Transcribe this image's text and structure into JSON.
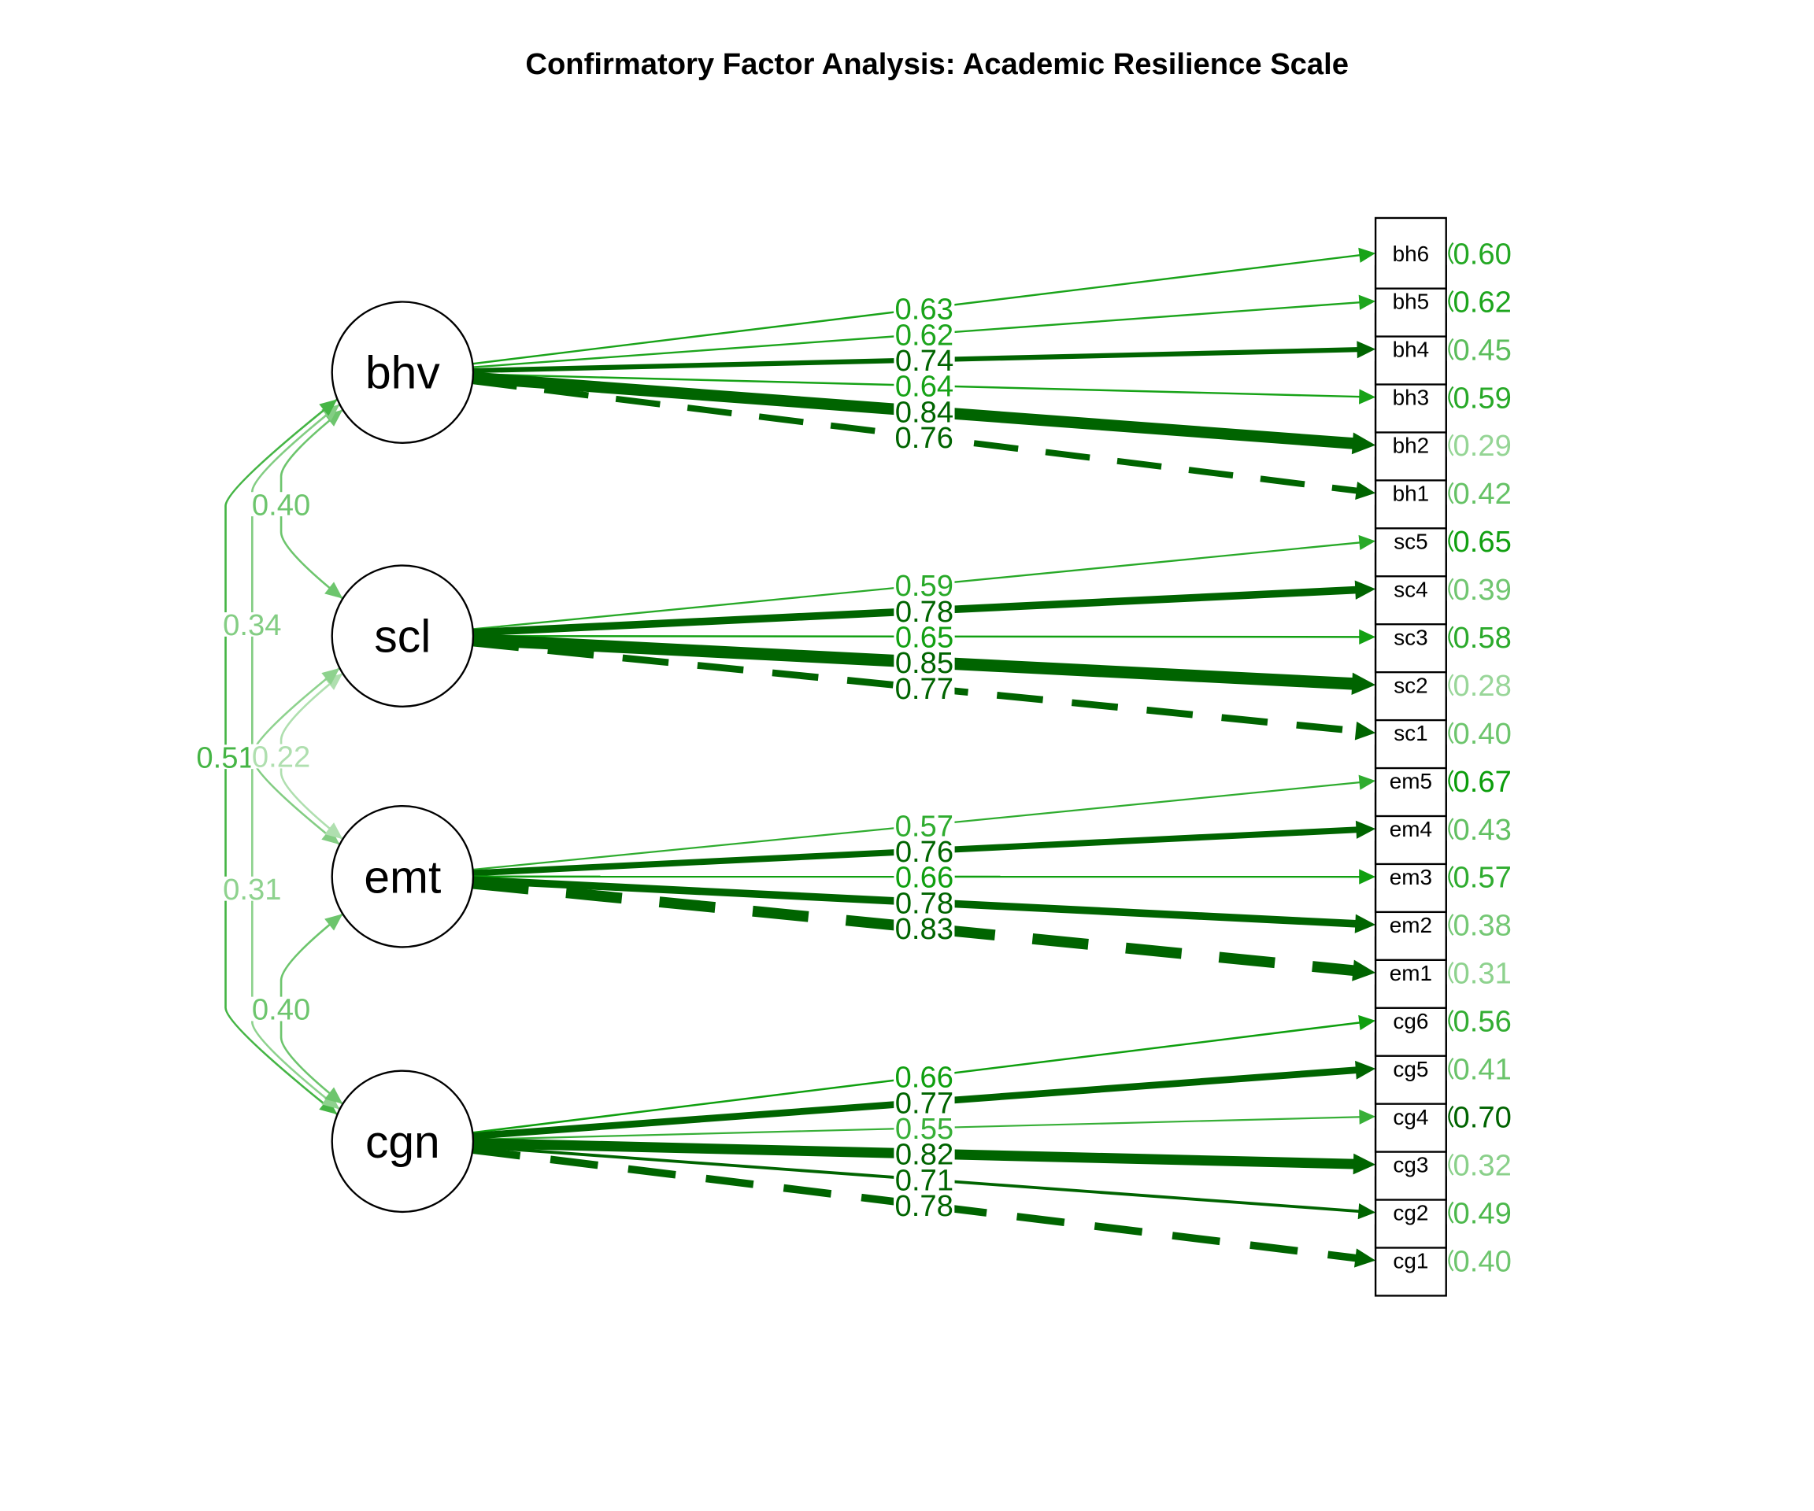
{
  "title": "Confirmatory Factor Analysis: Academic Resilience Scale",
  "colors": {
    "positive": "#009900",
    "strong": "#006400",
    "outline": "#000000"
  },
  "latent_factors": [
    {
      "name": "bhv",
      "indicators": [
        {
          "name": "bh6",
          "loading": "0.63",
          "residual": "0.60"
        },
        {
          "name": "bh5",
          "loading": "0.62",
          "residual": "0.62"
        },
        {
          "name": "bh4",
          "loading": "0.74",
          "residual": "0.45"
        },
        {
          "name": "bh3",
          "loading": "0.64",
          "residual": "0.59"
        },
        {
          "name": "bh2",
          "loading": "0.84",
          "residual": "0.29"
        },
        {
          "name": "bh1",
          "loading": "0.76",
          "residual": "0.42",
          "dashed": true
        }
      ]
    },
    {
      "name": "scl",
      "indicators": [
        {
          "name": "sc5",
          "loading": "0.59",
          "residual": "0.65"
        },
        {
          "name": "sc4",
          "loading": "0.78",
          "residual": "0.39"
        },
        {
          "name": "sc3",
          "loading": "0.65",
          "residual": "0.58"
        },
        {
          "name": "sc2",
          "loading": "0.85",
          "residual": "0.28"
        },
        {
          "name": "sc1",
          "loading": "0.77",
          "residual": "0.40",
          "dashed": true
        }
      ]
    },
    {
      "name": "emt",
      "indicators": [
        {
          "name": "em5",
          "loading": "0.57",
          "residual": "0.67"
        },
        {
          "name": "em4",
          "loading": "0.76",
          "residual": "0.43"
        },
        {
          "name": "em3",
          "loading": "0.66",
          "residual": "0.57"
        },
        {
          "name": "em2",
          "loading": "0.78",
          "residual": "0.38"
        },
        {
          "name": "em1",
          "loading": "0.83",
          "residual": "0.31",
          "dashed": true
        }
      ]
    },
    {
      "name": "cgn",
      "indicators": [
        {
          "name": "cg6",
          "loading": "0.66",
          "residual": "0.56"
        },
        {
          "name": "cg5",
          "loading": "0.77",
          "residual": "0.41"
        },
        {
          "name": "cg4",
          "loading": "0.55",
          "residual": "0.70"
        },
        {
          "name": "cg3",
          "loading": "0.82",
          "residual": "0.32"
        },
        {
          "name": "cg2",
          "loading": "0.71",
          "residual": "0.49"
        },
        {
          "name": "cg1",
          "loading": "0.78",
          "residual": "0.40",
          "dashed": true
        }
      ]
    }
  ],
  "covariances": [
    {
      "from": "bhv",
      "to": "scl",
      "value": "0.40"
    },
    {
      "from": "bhv",
      "to": "emt",
      "value": "0.34"
    },
    {
      "from": "bhv",
      "to": "cgn",
      "value": "0.51"
    },
    {
      "from": "scl",
      "to": "emt",
      "value": "0.22"
    },
    {
      "from": "scl",
      "to": "cgn",
      "value": "0.31"
    },
    {
      "from": "emt",
      "to": "cgn",
      "value": "0.40"
    }
  ]
}
